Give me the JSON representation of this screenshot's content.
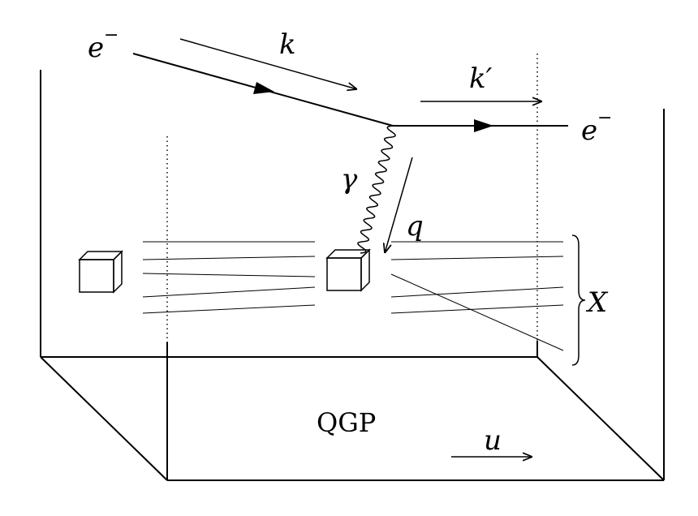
{
  "labels": {
    "electron_in": "e",
    "electron_in_sup": "−",
    "electron_out": "e",
    "electron_out_sup": "−",
    "k": "k",
    "k_prime": "k′",
    "gamma": "γ",
    "q": "q",
    "X": "X",
    "medium": "QGP",
    "u": "u"
  }
}
